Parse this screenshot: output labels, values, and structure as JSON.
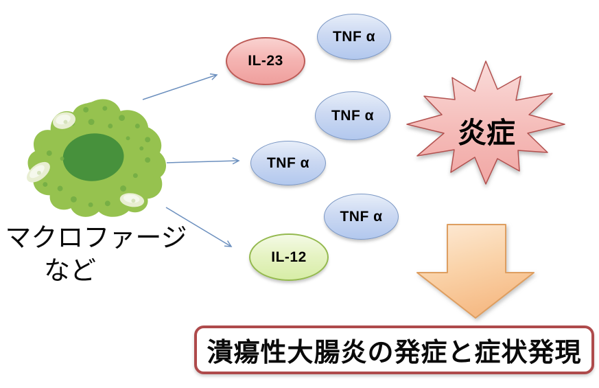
{
  "macrophage": {
    "line1": "マクロファージ",
    "line2": "など"
  },
  "ellipses": {
    "il23": "IL-23",
    "tnf_top": "TNF α",
    "tnf_right": "TNF α",
    "tnf_middle": "TNF α",
    "tnf_bottom": "TNF α",
    "il12": "IL-12"
  },
  "inflammation": {
    "label": "炎症"
  },
  "outcome": {
    "label": "潰瘍性大腸炎の発症と症状発現"
  },
  "icons": {
    "macrophage": "green-amoeba-cell-illustration",
    "connector": "thin-line-arrow",
    "burst": "explosion-12-point-star",
    "down_arrow": "block-arrow-down"
  },
  "colors": {
    "pink_fill_top": "#f9d2d0",
    "pink_fill_bottom": "#ef9f9d",
    "pink_border": "#bd5b57",
    "blue_fill_top": "#e7eef9",
    "blue_fill_bottom": "#b2c8ee",
    "blue_border": "#7b97c4",
    "green_fill_top": "#f4fae6",
    "green_fill_bottom": "#d7eda6",
    "green_border": "#94b94f",
    "star_fill_top": "#fadcda",
    "star_fill_bottom": "#f1a7a4",
    "star_border": "#b2504e",
    "orange_fill_top": "#fde9d4",
    "orange_fill_bottom": "#f6bb86",
    "orange_border": "#de9e60",
    "connector_blue": "#6b8fbe",
    "outcome_border": "#ae4a4b",
    "cell_body": "#96c24f",
    "cell_inner": "#a8cf60",
    "cell_nucleus": "#47913c",
    "text": "#0a0a0a",
    "background": "#ffffff"
  }
}
